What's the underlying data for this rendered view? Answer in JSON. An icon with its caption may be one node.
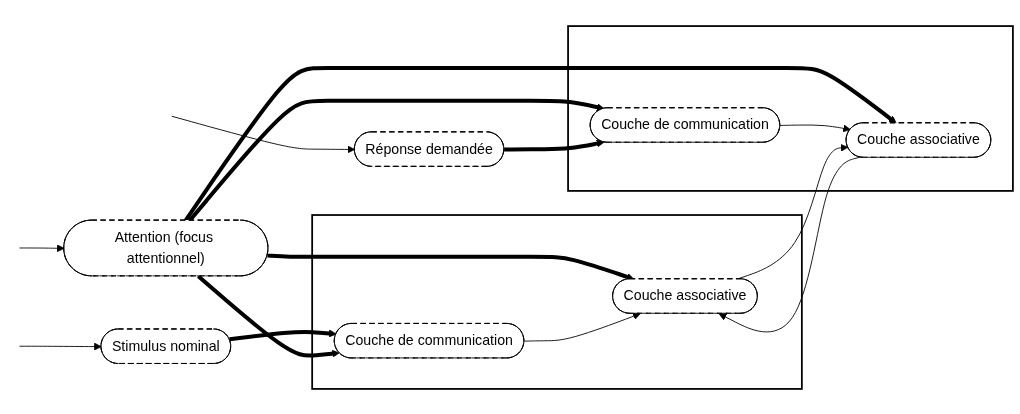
{
  "diagram": {
    "nodes": [
      {
        "text": [
          "Stimulus nominal"
        ]
      },
      {
        "text": [
          "Attention (focus attentionnel)"
        ]
      },
      {
        "text": [
          "Réponse demandée"
        ]
      },
      {
        "text": [],
        "shape": "box"
      },
      {
        "text": [
          "Couche de communication"
        ],
        "in": 3
      },
      {
        "text": [
          "Couche associative"
        ],
        "in": 3
      },
      {
        "text": [],
        "shape": "box"
      },
      {
        "text": [
          "Couche de communication"
        ],
        "in": 6
      },
      {
        "text": [
          "Couche associative"
        ],
        "in": 6
      }
    ],
    "edges": [
      {
        "from": null,
        "to": 0,
        "arrow": "to"
      },
      {
        "from": null,
        "to": 1,
        "arrow": "to"
      },
      {
        "from": null,
        "to": 2,
        "arrow": "to"
      },
      {
        "from": 0,
        "to": 4,
        "arrow": "to",
        "style": "thick"
      },
      {
        "from": 1,
        "to": 4,
        "arrow": "to",
        "style": "thick"
      },
      {
        "from": 1,
        "to": 5,
        "arrow": "to",
        "style": "thick"
      },
      {
        "from": 1,
        "to": 7,
        "arrow": "to",
        "style": "thick"
      },
      {
        "from": 1,
        "to": 8,
        "arrow": "to",
        "style": "thick"
      },
      {
        "from": 2,
        "to": 7,
        "arrow": "to",
        "style": "thick"
      },
      {
        "from": 4,
        "to": 5,
        "arrow": "to"
      },
      {
        "from": 7,
        "to": 8,
        "arrow": "to"
      },
      {
        "from": 8,
        "to": 5,
        "arrow": "to"
      },
      {
        "from": 5,
        "to": 8,
        "arrow": "to"
      }
    ]
  }
}
